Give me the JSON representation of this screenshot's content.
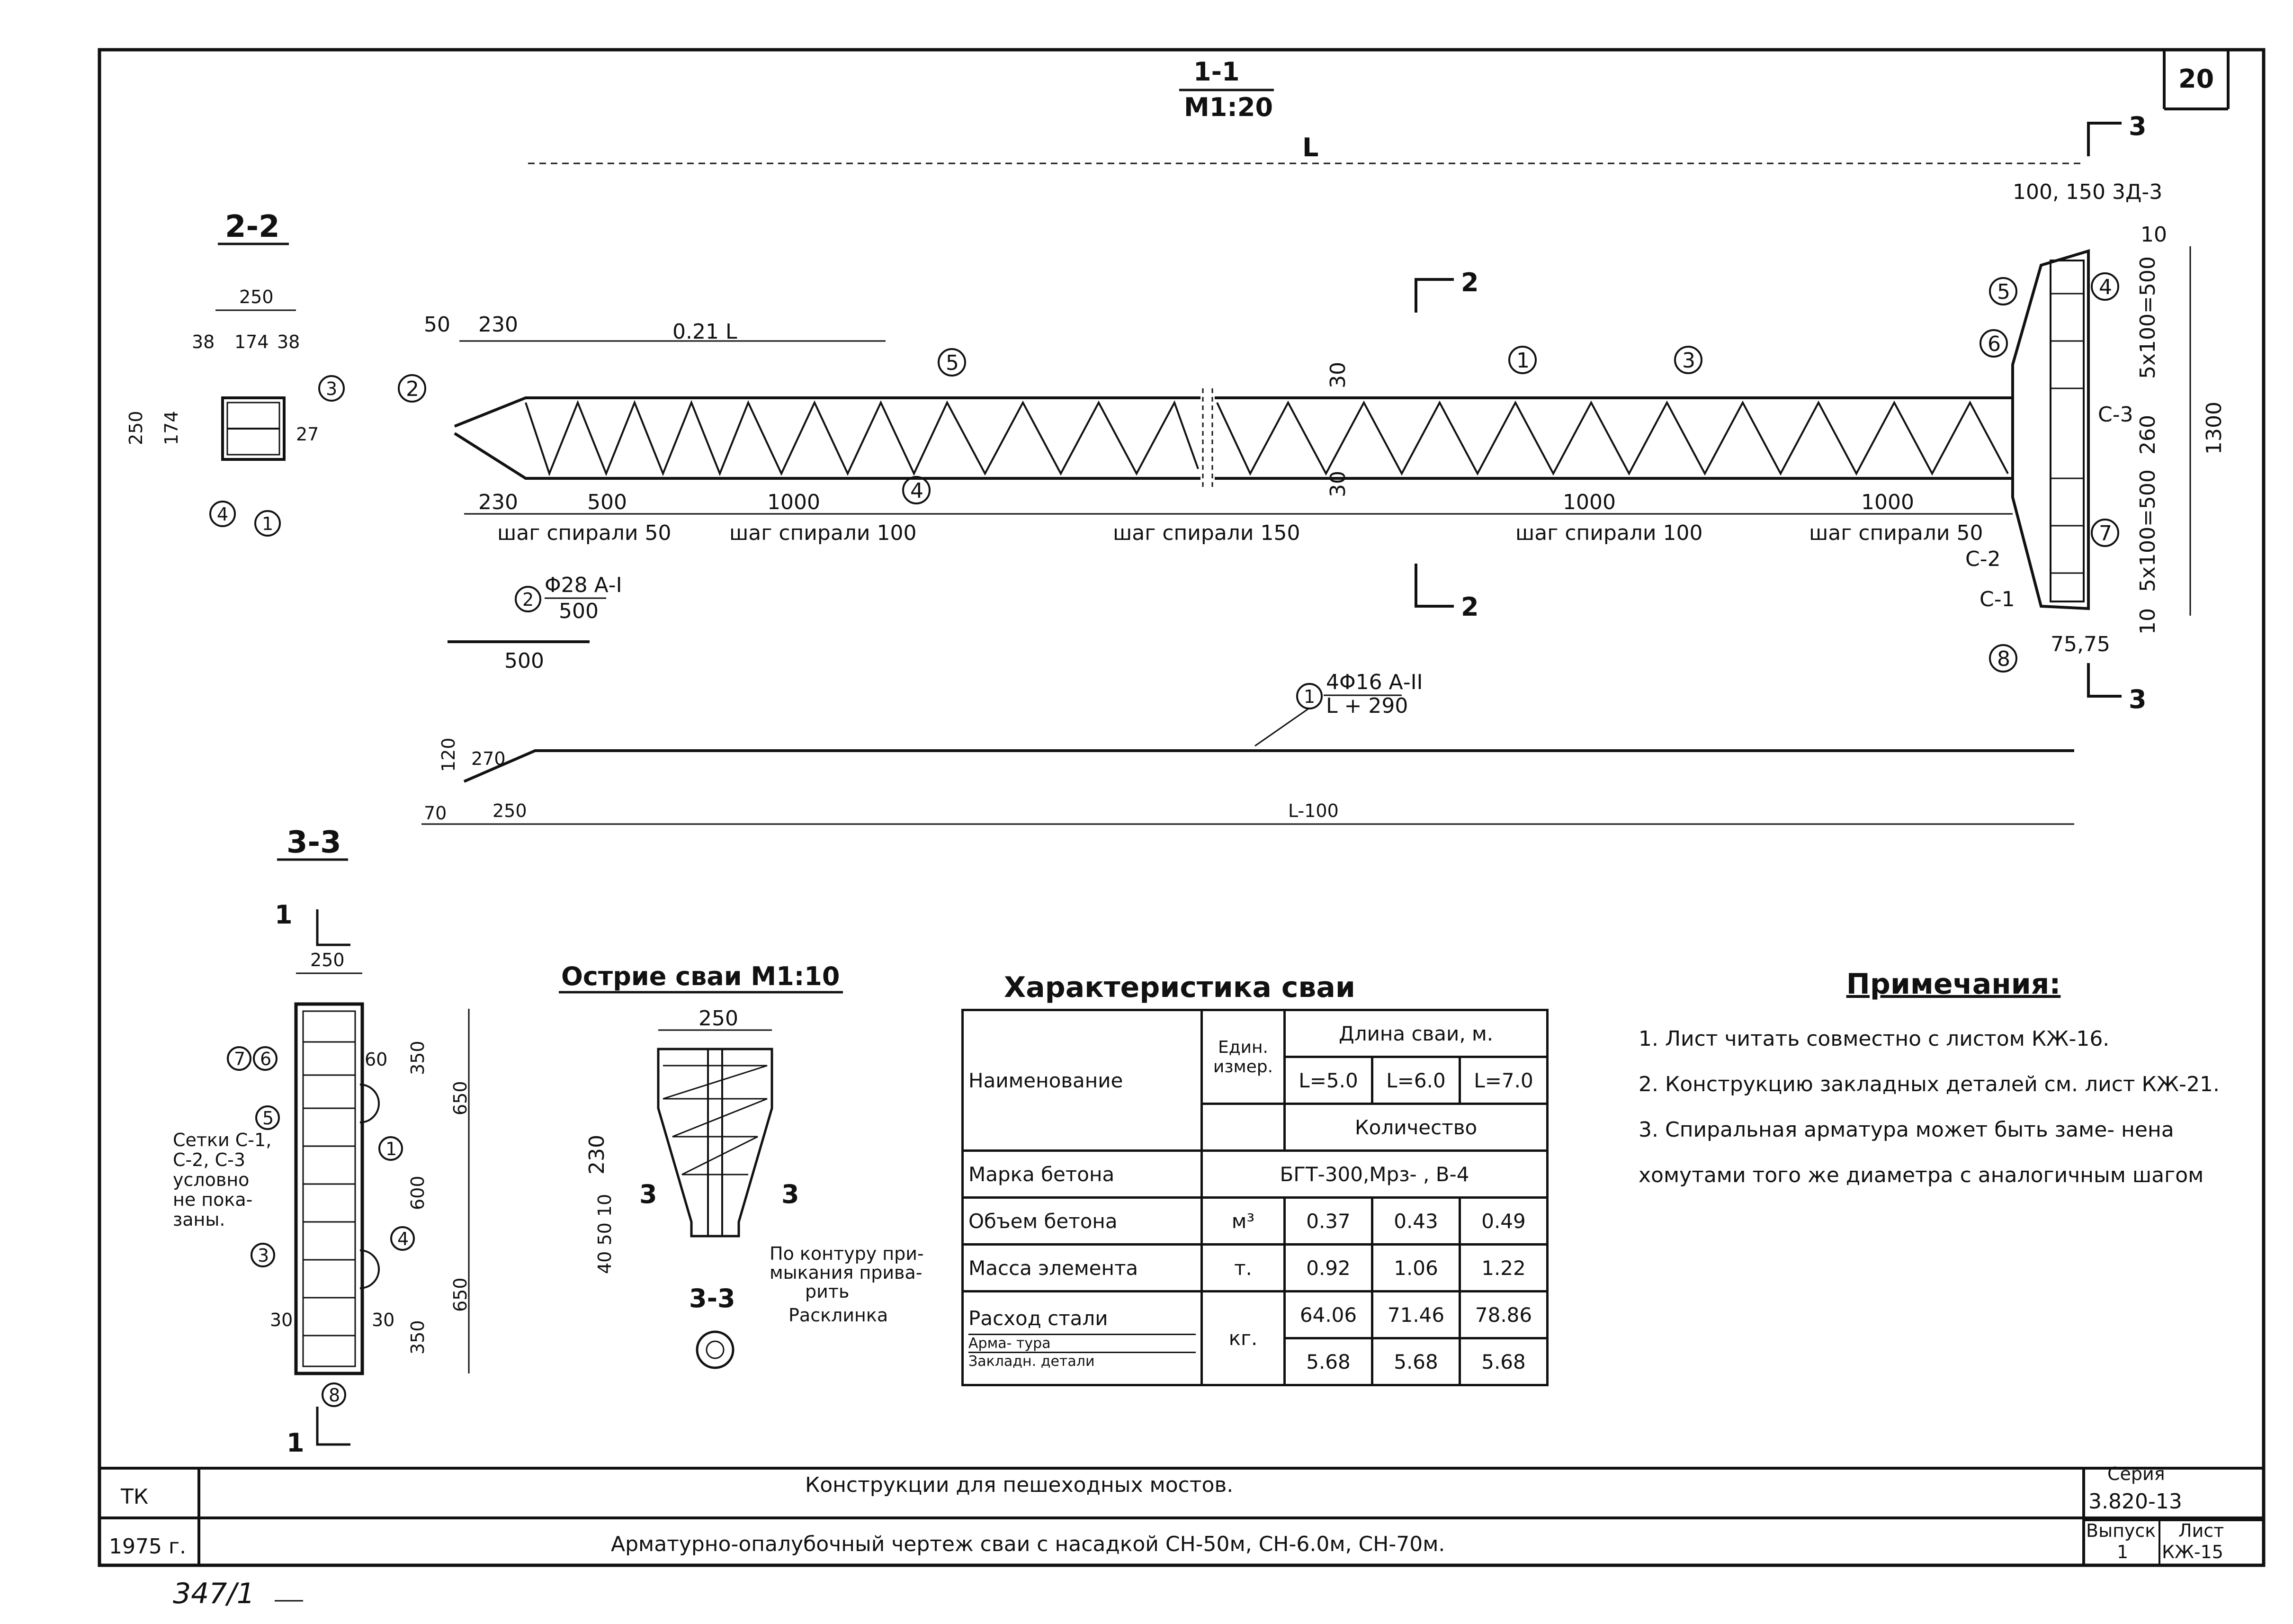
{
  "sheet_number": "20",
  "section_1_1": {
    "title": "1-1",
    "scale": "М1:20"
  },
  "dims_1_1": {
    "L": "L",
    "d50": "50",
    "d230a": "230",
    "d021L": "0.21 L",
    "d230b": "230",
    "d500": "500",
    "d1000a": "1000",
    "d1000b": "1000",
    "d1000c": "1000",
    "d30a": "30",
    "d30b": "30",
    "d100_150": "100, 150",
    "d10": "10",
    "d5x100": "5x100=500",
    "d260": "260",
    "d1300": "1300",
    "d5x100b": "5x100=500",
    "d10b": "10",
    "d75": "75,75"
  },
  "steps": [
    "шаг спирали 50",
    "шаг спирали 100",
    "шаг спирали 150",
    "шаг спирали 100",
    "шаг спирали 50"
  ],
  "cut_marks": {
    "c2": "2",
    "c3": "3"
  },
  "callouts": {
    "n1": "1",
    "n2": "2",
    "n3": "3",
    "n4": "4",
    "n5": "5",
    "n6": "6",
    "n7": "7",
    "n8": "8"
  },
  "zd": "3Д-3",
  "meshes": {
    "c1": "С-1",
    "c2": "С-2",
    "c3": "С-3"
  },
  "section_2_2": {
    "title": "2-2",
    "d250": "250",
    "d38a": "38",
    "d174": "174",
    "d38b": "38",
    "d27": "27"
  },
  "bar2": {
    "label": "Φ28 А-I",
    "len": "500",
    "dim": "500"
  },
  "bar1": {
    "label": "4Φ16 А-II",
    "len": "L + 290",
    "d120": "120",
    "d270": "270",
    "d70": "70",
    "d250": "250",
    "dL100": "L-100"
  },
  "section_3_3": {
    "title": "3-3",
    "d250": "250",
    "d350a": "350",
    "d650a": "650",
    "d600": "600",
    "d650b": "650",
    "d350b": "350",
    "d30a": "30",
    "d30b": "30",
    "d60": "60",
    "note": [
      "Сетки С-1,",
      "С-2, С-3",
      "условно",
      "не пока-",
      "заны."
    ],
    "cut": "1"
  },
  "tip": {
    "title": "Острие сваи М1:10",
    "d250": "250",
    "d230": "230",
    "d405010": "40 50 10",
    "cut": "3",
    "sub": "3-3",
    "weld": [
      "По контуру при-",
      "мыкания прива-",
      "рить"
    ],
    "wedge": "Расклинка"
  },
  "char": {
    "title": "Характеристика сваи",
    "h_name": "Наименование",
    "h_unit": "Един. измер.",
    "h_len": "Длина сваи, м.",
    "lengths": [
      "L=5.0",
      "L=6.0",
      "L=7.0"
    ],
    "h_qty": "Количество",
    "rows": {
      "grade": {
        "name": "Марка бетона",
        "val": "БГТ-300,Мрз-   , В-4"
      },
      "volume": {
        "name": "Объем бетона",
        "unit": "м³",
        "v": [
          "0.37",
          "0.43",
          "0.49"
        ]
      },
      "mass": {
        "name": "Масса элемента",
        "unit": "т.",
        "v": [
          "0.92",
          "1.06",
          "1.22"
        ]
      },
      "steel": {
        "name": "Расход стали",
        "sub1": "Арма- тура",
        "sub2": "Закладн. детали",
        "unit": "кг.",
        "v1": [
          "64.06",
          "71.46",
          "78.86"
        ],
        "v2": [
          "5.68",
          "5.68",
          "5.68"
        ]
      }
    }
  },
  "notes": {
    "title": "Примечания:",
    "items": [
      "1. Лист читать совместно с листом КЖ-16.",
      "2. Конструкцию закладных деталей см. лист КЖ-21.",
      "3. Спиральная арматура может быть заме- нена хомутами того же диаметра с аналогичным шагом"
    ]
  },
  "stamp": {
    "tk": "ТК",
    "year": "1975 г.",
    "title1": "Конструкции для пешеходных мостов.",
    "title2": "Арматурно-опалубочный чертеж сваи с насадкой СН-50м, СН-6.0м, СН-70м.",
    "series_label": "Серия",
    "series": "3.820-13",
    "issue_label": "Выпуск",
    "issue": "1",
    "sheet_label": "Лист",
    "sheet": "КЖ-15"
  },
  "handwritten": "347/1"
}
